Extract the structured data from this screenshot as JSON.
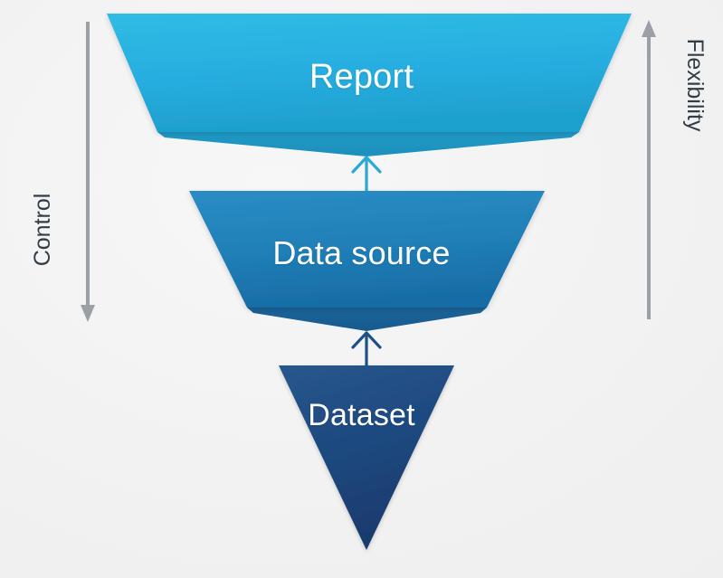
{
  "diagram": {
    "title": "Report / Data source / Dataset funnel",
    "background_color": "#f1f1f1",
    "stages": [
      {
        "id": "report",
        "label": "Report",
        "shape": "trapezoid",
        "level": 1,
        "fill_top": "#29b6e0",
        "fill_bottom": "#21a3cf",
        "fold_color": "#1f93bd",
        "text_color": "#ffffff"
      },
      {
        "id": "data-source",
        "label": "Data source",
        "shape": "trapezoid",
        "level": 2,
        "fill_top": "#2382bd",
        "fill_bottom": "#1c6fa8",
        "fold_color": "#1a5e92",
        "text_color": "#ffffff"
      },
      {
        "id": "dataset",
        "label": "Dataset",
        "shape": "triangle",
        "level": 3,
        "fill_top": "#1d4f84",
        "fill_bottom": "#1b3f73",
        "fold_color": "#17355f",
        "text_color": "#ffffff"
      }
    ],
    "connectors": [
      {
        "id": "dataset-to-data-source",
        "from": "dataset",
        "to": "data-source",
        "direction": "up",
        "color": "#1c5186"
      },
      {
        "id": "data-source-to-report",
        "from": "data-source",
        "to": "report",
        "direction": "up",
        "color": "#2aa8d6"
      }
    ],
    "axes": [
      {
        "id": "control",
        "label": "Control",
        "side": "left",
        "direction": "down",
        "color": "#9aa0a6",
        "text_color": "#333d47"
      },
      {
        "id": "flexibility",
        "label": "Flexibility",
        "side": "right",
        "direction": "up",
        "color": "#9aa0a6",
        "text_color": "#333d47"
      }
    ]
  }
}
